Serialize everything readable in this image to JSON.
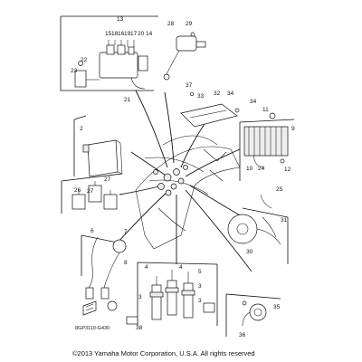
{
  "copyright": "©2013 Yamaha Motor Corporation, U.S.A. All rights reserved",
  "diagram_code": "8GP3110-G430",
  "callouts": {
    "c2": "2",
    "c3": "3",
    "c4": "4",
    "c5": "5",
    "c6": "6",
    "c7": "7",
    "c8": "8",
    "c9": "9",
    "c10": "10",
    "c11": "11",
    "c12": "12",
    "c13": "13",
    "c14": "14",
    "c15": "15",
    "c16": "16",
    "c17": "17",
    "c18": "18",
    "c19": "19",
    "c20": "20",
    "c21": "21",
    "c22": "22",
    "c23": "23",
    "c24": "24",
    "c25": "25",
    "c26": "26",
    "c27": "27",
    "c28": "28",
    "c29": "29",
    "c30": "30",
    "c31": "31",
    "c32": "32",
    "c33": "33",
    "c34": "34",
    "c35": "35",
    "c36": "36",
    "c37": "37",
    "c38": "38"
  }
}
